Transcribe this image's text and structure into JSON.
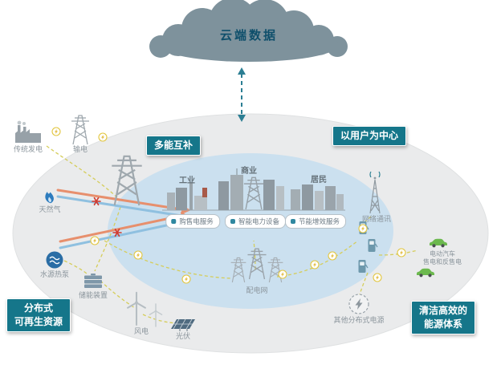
{
  "cloud": {
    "label": "云端数据"
  },
  "callouts": {
    "multi_energy": "多能互补",
    "user_centric": "以用户为中心",
    "distributed_line1": "分布式",
    "distributed_line2": "可再生资源",
    "clean_line1": "清洁高效的",
    "clean_line2": "能源体系"
  },
  "nodes": {
    "traditional_gen": "传统发电",
    "transmission": "输电",
    "natural_gas": "天然气",
    "water_heat_pump": "水源热泵",
    "storage": "储能装置",
    "wind": "风电",
    "pv": "光伏",
    "distribution_grid": "配电网",
    "network_comm": "网络通讯",
    "ev_line1": "电动汽车",
    "ev_line2": "售电和反售电",
    "other_distributed": "其他分布式电源"
  },
  "center": {
    "sectors": {
      "industry": "工业",
      "commerce": "商业",
      "residents": "居民"
    },
    "services": {
      "s1": "购售电服务",
      "s2": "智能电力设备",
      "s3": "节能增效服务"
    }
  },
  "colors": {
    "callout_teal": "#15768a",
    "cloud_gray": "#7e929c",
    "inner_ellipse_blue": "#cbe0ef",
    "outer_ellipse_gray": "#eaebec",
    "flow_orange": "#e78f6d",
    "flow_blue": "#8fc0e0",
    "dash_yellow": "#d5cd5a",
    "bolt_yellow": "#e2b93a",
    "asterisk_red": "#d23b2f",
    "car_green": "#6cb94e"
  }
}
